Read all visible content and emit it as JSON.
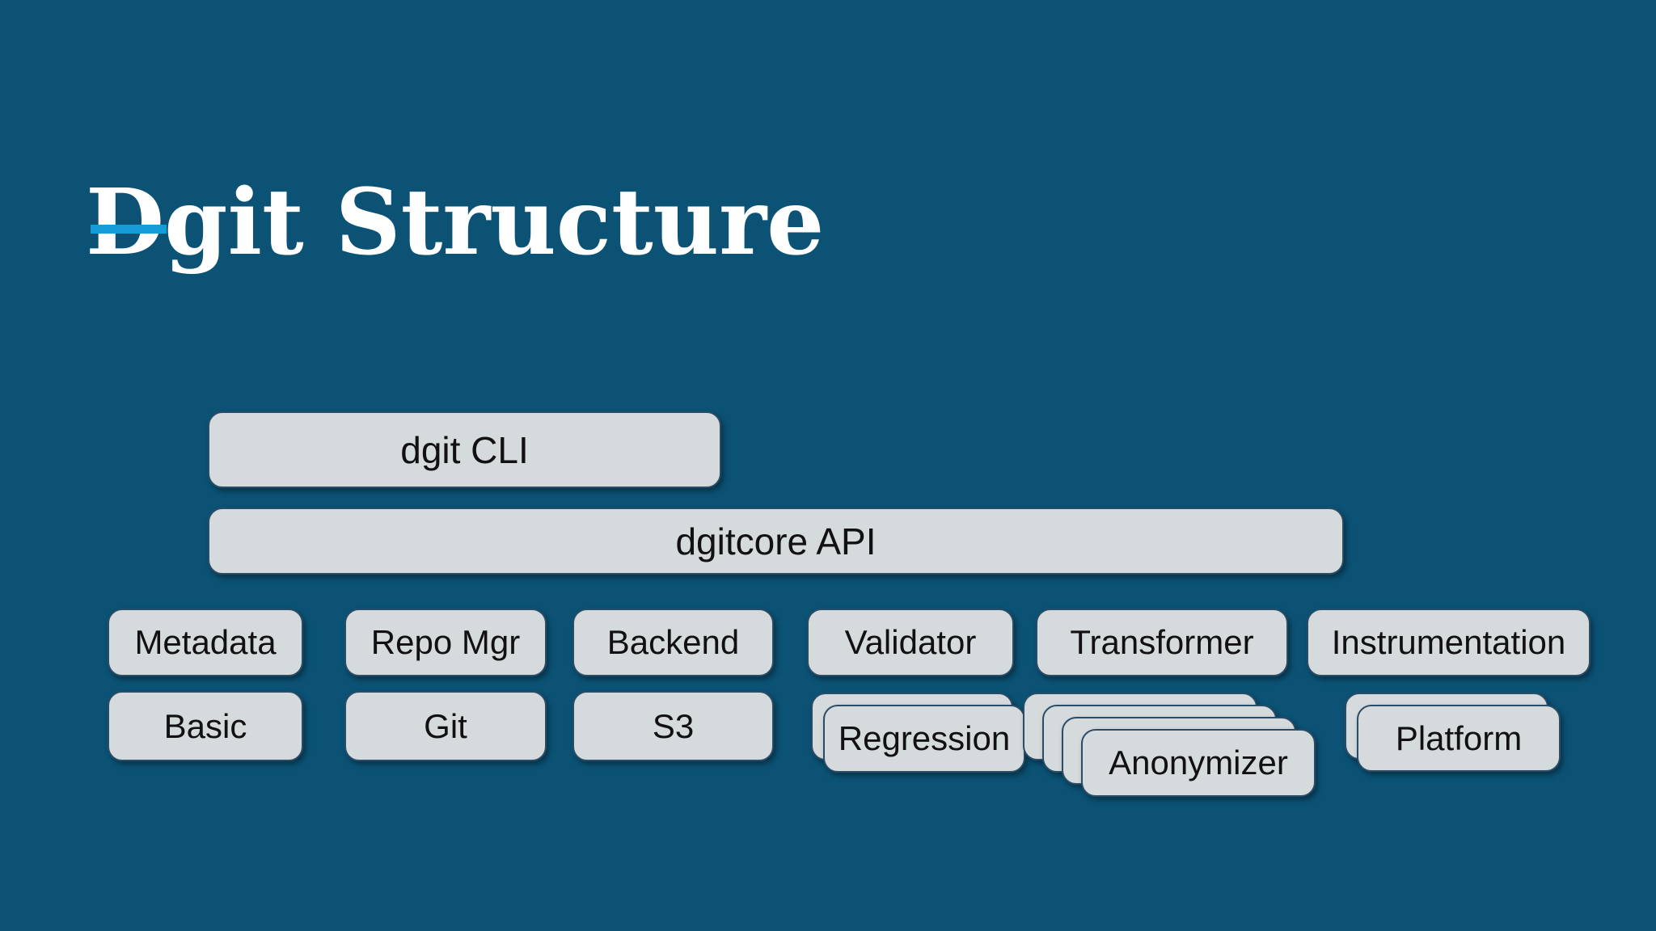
{
  "slide": {
    "title": "Dgit Structure",
    "colors": {
      "background": "#0b5275",
      "accent_bar": "#169cd8",
      "box_fill": "#d5dadd",
      "box_border": "#2b4c66",
      "box_text": "#111111",
      "title_text": "#ffffff"
    }
  },
  "diagram": {
    "cli": {
      "label": "dgit CLI"
    },
    "api": {
      "label": "dgitcore API"
    },
    "modules": [
      {
        "label": "Metadata"
      },
      {
        "label": "Repo Mgr"
      },
      {
        "label": "Backend"
      },
      {
        "label": "Validator"
      },
      {
        "label": "Transformer"
      },
      {
        "label": "Instrumentation"
      }
    ],
    "plugins": [
      {
        "label": "Basic",
        "layers": 1
      },
      {
        "label": "Git",
        "layers": 1
      },
      {
        "label": "S3",
        "layers": 1
      },
      {
        "label": "Regression",
        "layers": 2
      },
      {
        "label": "Anonymizer",
        "layers": 4
      },
      {
        "label": "Platform",
        "layers": 2
      }
    ]
  }
}
